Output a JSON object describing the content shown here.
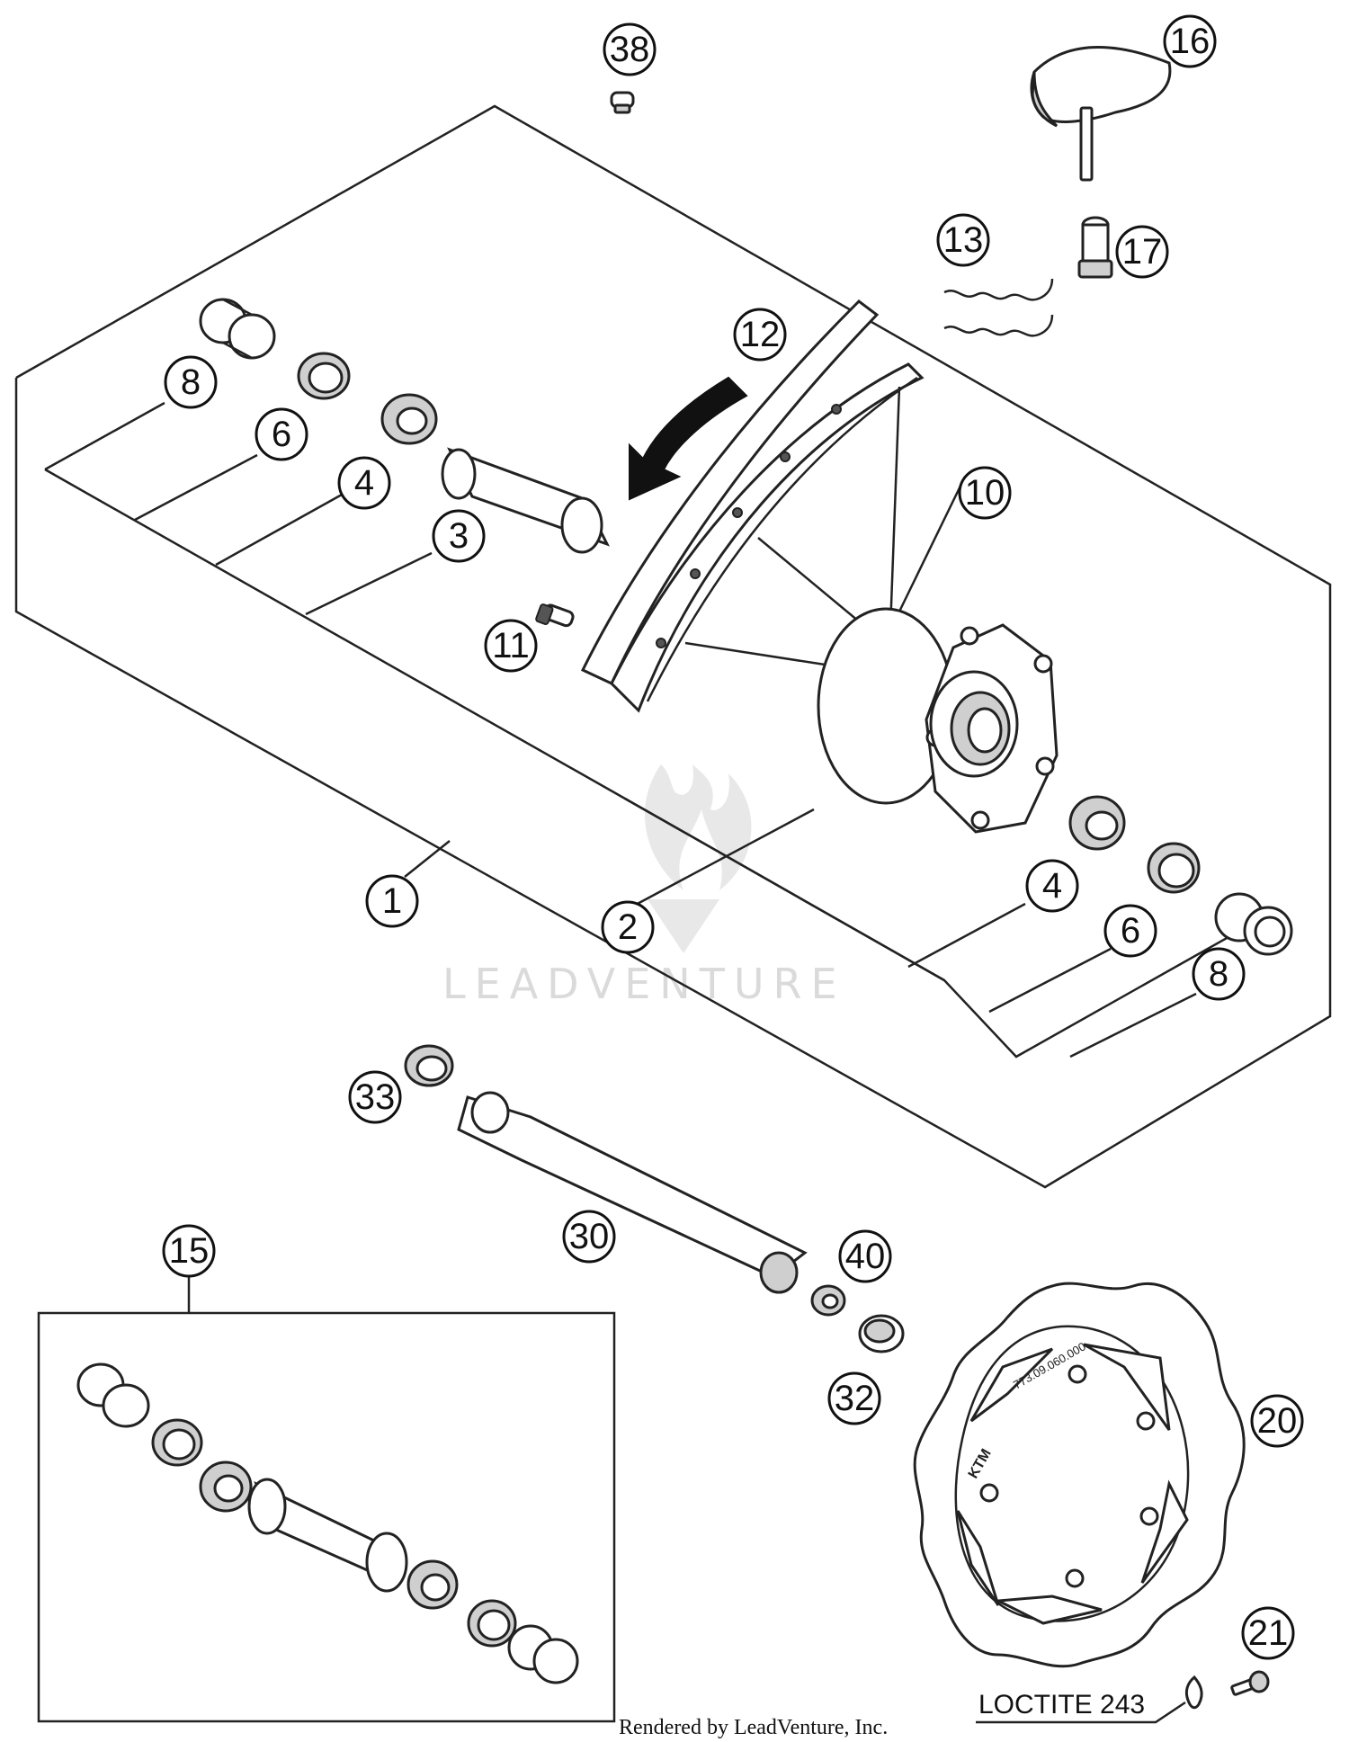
{
  "callouts": [
    {
      "id": "1",
      "label": "1"
    },
    {
      "id": "2",
      "label": "2"
    },
    {
      "id": "3",
      "label": "3"
    },
    {
      "id": "4a",
      "label": "4"
    },
    {
      "id": "4b",
      "label": "4"
    },
    {
      "id": "6a",
      "label": "6"
    },
    {
      "id": "6b",
      "label": "6"
    },
    {
      "id": "8a",
      "label": "8"
    },
    {
      "id": "8b",
      "label": "8"
    },
    {
      "id": "10",
      "label": "10"
    },
    {
      "id": "11",
      "label": "11"
    },
    {
      "id": "12",
      "label": "12"
    },
    {
      "id": "13",
      "label": "13"
    },
    {
      "id": "15",
      "label": "15"
    },
    {
      "id": "16",
      "label": "16"
    },
    {
      "id": "17",
      "label": "17"
    },
    {
      "id": "20",
      "label": "20"
    },
    {
      "id": "21",
      "label": "21"
    },
    {
      "id": "30",
      "label": "30"
    },
    {
      "id": "32",
      "label": "32"
    },
    {
      "id": "33",
      "label": "33"
    },
    {
      "id": "38",
      "label": "38"
    },
    {
      "id": "40",
      "label": "40"
    }
  ],
  "note": {
    "text": "LOCTITE 243"
  },
  "disc_stamp": {
    "part_no": "773.09.060.000",
    "brand": "KTM"
  },
  "watermark": {
    "text": "LEADVENTURE"
  },
  "footer": {
    "text": "Rendered by LeadVenture, Inc."
  },
  "colors": {
    "ink": "#111111",
    "watermark": "#d6d6d6",
    "background": "#ffffff"
  }
}
